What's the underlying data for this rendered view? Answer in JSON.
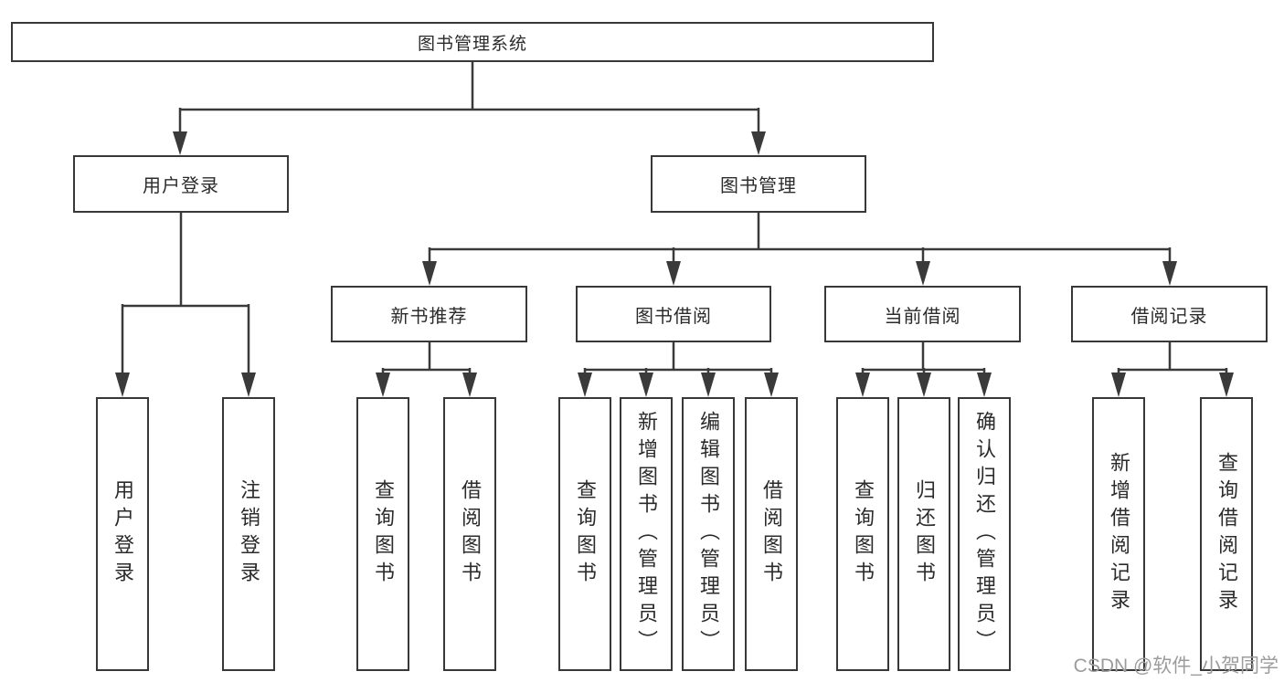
{
  "diagram": {
    "root": "图书管理系统",
    "branches": [
      {
        "label": "用户登录",
        "children": [
          "用户登录",
          "注销登录"
        ]
      },
      {
        "label": "图书管理",
        "groups": [
          {
            "label": "新书推荐",
            "children": [
              "查询图书",
              "借阅图书"
            ]
          },
          {
            "label": "图书借阅",
            "children": [
              "查询图书",
              "新增图书（管理员）",
              "编辑图书（管理员）",
              "借阅图书"
            ]
          },
          {
            "label": "当前借阅",
            "children": [
              "查询图书",
              "归还图书",
              "确认归还（管理员）"
            ]
          },
          {
            "label": "借阅记录",
            "children": [
              "新增借阅记录",
              "查询借阅记录"
            ]
          }
        ]
      }
    ]
  },
  "watermark": {
    "text": "CSDN @软件_小贺同学",
    "color": "#9c9c9c"
  },
  "colors": {
    "line": "#3a3a3a",
    "border": "#383838",
    "text": "#2b2b2b",
    "background": "#ffffff"
  }
}
